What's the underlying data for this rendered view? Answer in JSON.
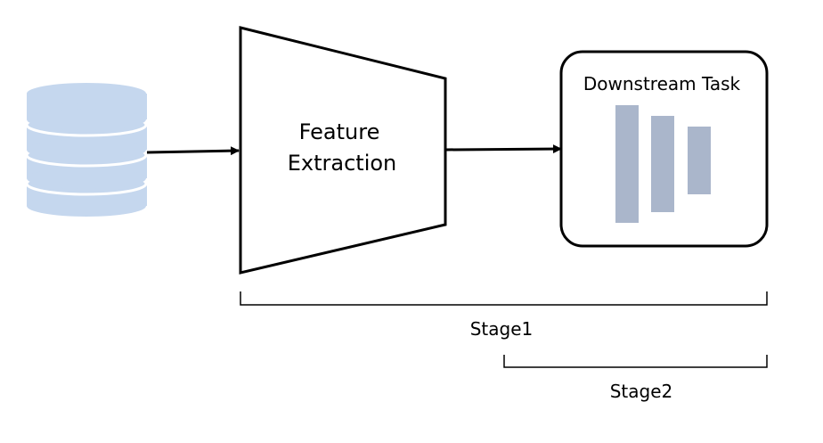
{
  "diagram": {
    "feature_extraction": {
      "line1": "Feature",
      "line2": "Extraction"
    },
    "downstream_task": {
      "label": "Downstream Task"
    },
    "stage1": {
      "label": "Stage1"
    },
    "stage2": {
      "label": "Stage2"
    }
  },
  "colors": {
    "database_fill": "#c5d7ee",
    "bar_fill": "#aab6cb",
    "stroke": "#000000",
    "background": "#ffffff"
  },
  "icons": {
    "database": "database-icon",
    "bar_chart": "bar-chart-icon"
  }
}
